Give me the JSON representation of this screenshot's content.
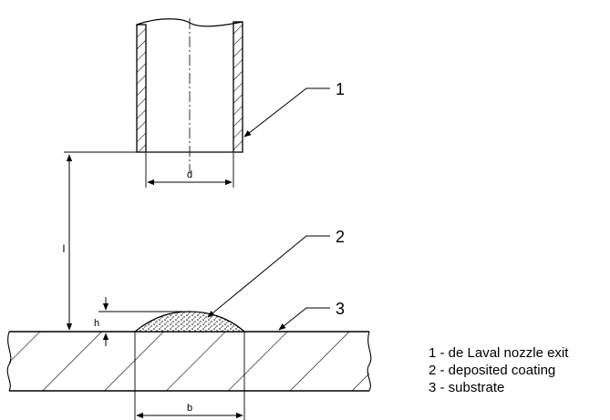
{
  "callouts": {
    "c1": "1",
    "c2": "2",
    "c3": "3"
  },
  "dimensions": {
    "d": "d",
    "l": "l",
    "h": "h",
    "b": "b"
  },
  "legend": {
    "item1": "1 - de Laval nozzle exit",
    "item2": "2 - deposited coating",
    "item3": "3 - substrate"
  }
}
